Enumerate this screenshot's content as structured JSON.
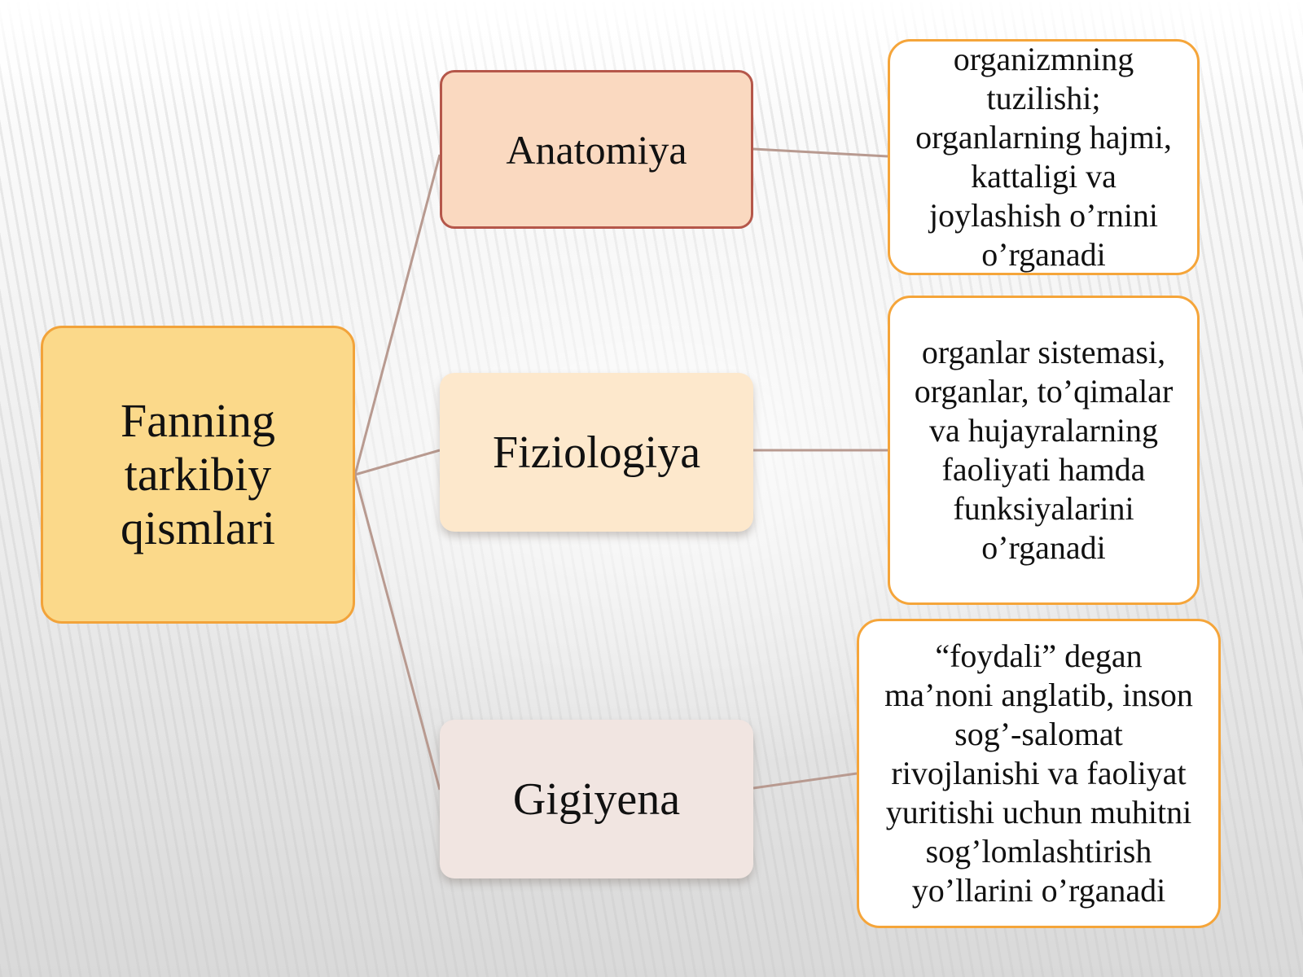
{
  "diagram": {
    "root": {
      "lines": [
        "Fanning",
        "tarkibiy",
        "qismlari"
      ]
    },
    "branches": [
      {
        "label": "Anatomiya",
        "description": [
          "organizmning",
          "tuzilishi;",
          "organlarning hajmi,",
          "kattaligi va",
          "joylashish o’rnini",
          "o’rganadi"
        ]
      },
      {
        "label": "Fiziologiya",
        "description": [
          "organlar sistemasi,",
          "organlar, to’qimalar",
          "va hujayralarning",
          "faoliyati hamda",
          "funksiyalarini",
          "o’rganadi"
        ]
      },
      {
        "label": "Gigiyena",
        "description": [
          "“foydali” degan",
          "ma’noni anglatib, inson",
          "sog’-salomat",
          "rivojlanishi va faoliyat",
          "yuritishi uchun muhitni",
          "sog’lomlashtirish",
          "yo’llarini o’rganadi"
        ]
      }
    ],
    "colors": {
      "root_fill": "#fbd98a",
      "root_border": "#f2a33a",
      "leaf_border": "#f5a53a",
      "connector": "#b89a90"
    }
  }
}
